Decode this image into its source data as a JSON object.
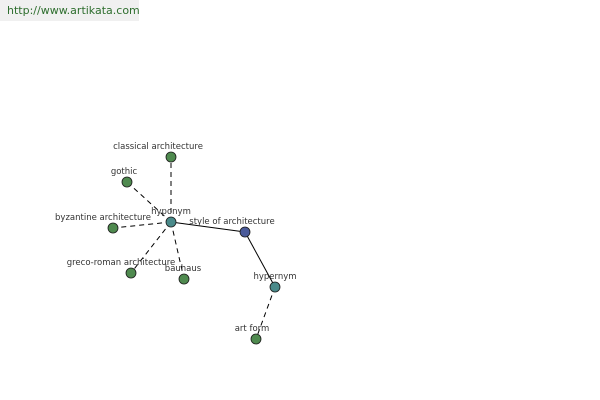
{
  "site_url": "http://www.artikata.com",
  "colors": {
    "url_text": "#2e6e2e",
    "url_bg": "#f0f0f0",
    "leaf_node": "#4f8a4f",
    "relation_node": "#4a8a8a",
    "center_node": "#4a5a9a"
  },
  "graph": {
    "center": {
      "label": "style of architecture",
      "node_type": "center"
    },
    "relations": {
      "hyponym": {
        "label": "hyponym",
        "node_type": "relation"
      },
      "hypernym": {
        "label": "hypernym",
        "node_type": "relation"
      }
    },
    "hyponyms": [
      {
        "label": "classical architecture"
      },
      {
        "label": "gothic"
      },
      {
        "label": "byzantine architecture"
      },
      {
        "label": "greco-roman architecture"
      },
      {
        "label": "bauhaus"
      }
    ],
    "hypernyms": [
      {
        "label": "art form"
      }
    ]
  }
}
